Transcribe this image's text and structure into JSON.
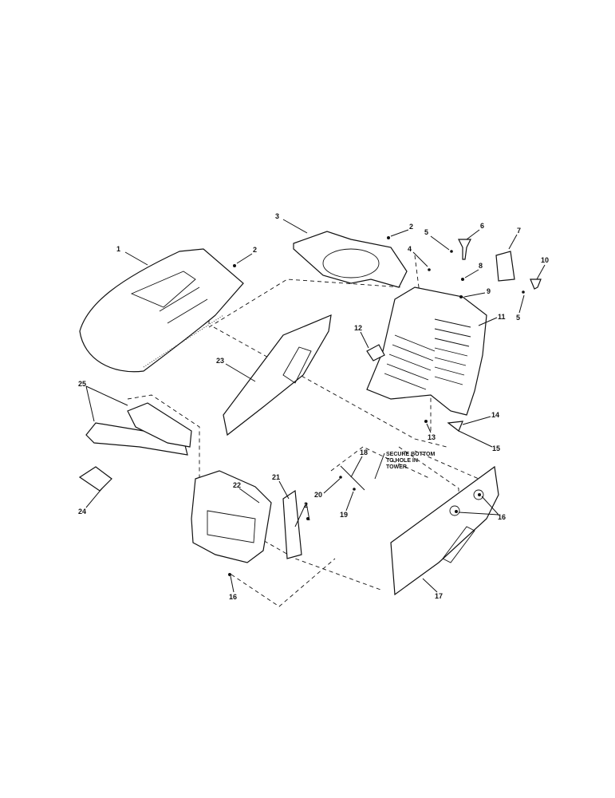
{
  "diagram": {
    "type": "exploded parts diagram",
    "callouts": [
      {
        "id": "c1",
        "text": "1"
      },
      {
        "id": "c2a",
        "text": "2"
      },
      {
        "id": "c3",
        "text": "3"
      },
      {
        "id": "c2b",
        "text": "2"
      },
      {
        "id": "c5a",
        "text": "5"
      },
      {
        "id": "c6",
        "text": "6"
      },
      {
        "id": "c7",
        "text": "7"
      },
      {
        "id": "c4",
        "text": "4"
      },
      {
        "id": "c8",
        "text": "8"
      },
      {
        "id": "c9",
        "text": "9"
      },
      {
        "id": "c10",
        "text": "10"
      },
      {
        "id": "c5b",
        "text": "5"
      },
      {
        "id": "c11",
        "text": "11"
      },
      {
        "id": "c12",
        "text": "12"
      },
      {
        "id": "c23",
        "text": "23"
      },
      {
        "id": "c25",
        "text": "25"
      },
      {
        "id": "c13",
        "text": "13"
      },
      {
        "id": "c14",
        "text": "14"
      },
      {
        "id": "c15",
        "text": "15"
      },
      {
        "id": "c18",
        "text": "18"
      },
      {
        "id": "c20",
        "text": "20"
      },
      {
        "id": "c19",
        "text": "19"
      },
      {
        "id": "c2c",
        "text": "2"
      },
      {
        "id": "c21",
        "text": "21"
      },
      {
        "id": "c22",
        "text": "22"
      },
      {
        "id": "c24",
        "text": "24"
      },
      {
        "id": "c16a",
        "text": "16"
      },
      {
        "id": "c16b",
        "text": "16"
      },
      {
        "id": "c17",
        "text": "17"
      }
    ],
    "note": [
      "SECURE BOTTOM",
      "TO HOLE IN",
      "TOWER"
    ]
  }
}
